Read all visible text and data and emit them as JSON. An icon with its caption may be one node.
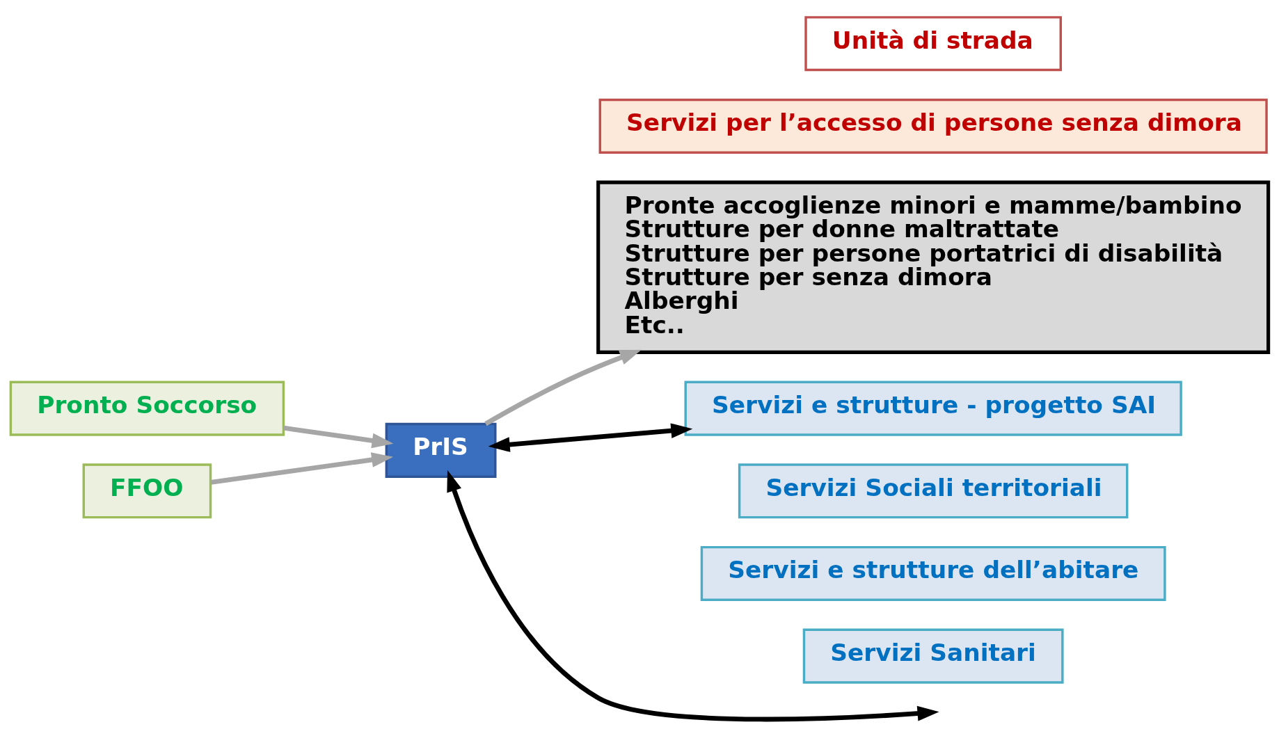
{
  "diagram": {
    "nodes": [
      {
        "text": [
          "Pronto Soccorso"
        ]
      },
      {
        "text": [
          "FFOO"
        ]
      },
      {
        "text": [
          "PrIS"
        ]
      },
      {
        "text": [
          "Unità di strada"
        ]
      },
      {
        "text": [
          "Servizi per l’accesso di persone senza dimora"
        ]
      },
      {
        "text": [
          "Pronte accoglienze minori e mamme/bambino",
          "Strutture per donne maltrattate",
          "Strutture per persone portatrici di disabilità",
          "Strutture per senza dimora",
          "Alberghi",
          "Etc.."
        ]
      },
      {
        "text": [
          "Servizi e strutture - progetto SAI"
        ]
      },
      {
        "text": [
          "Servizi Sociali territoriali"
        ]
      },
      {
        "text": [
          "Servizi e strutture dell’abitare"
        ]
      },
      {
        "text": [
          "Servizi Sanitari"
        ]
      }
    ],
    "edges": [
      {
        "from": 0,
        "to": 2,
        "arrow": "to",
        "color": "#a6a6a6"
      },
      {
        "from": 1,
        "to": 2,
        "arrow": "to",
        "color": "#a6a6a6"
      },
      {
        "from": 2,
        "to": 5,
        "arrow": "to",
        "color": "#a6a6a6"
      },
      {
        "from": 2,
        "to": null,
        "arrow": "both",
        "color": "#000000"
      },
      {
        "from": 2,
        "to": 6,
        "arrow": "both",
        "color": "#000000"
      }
    ]
  }
}
